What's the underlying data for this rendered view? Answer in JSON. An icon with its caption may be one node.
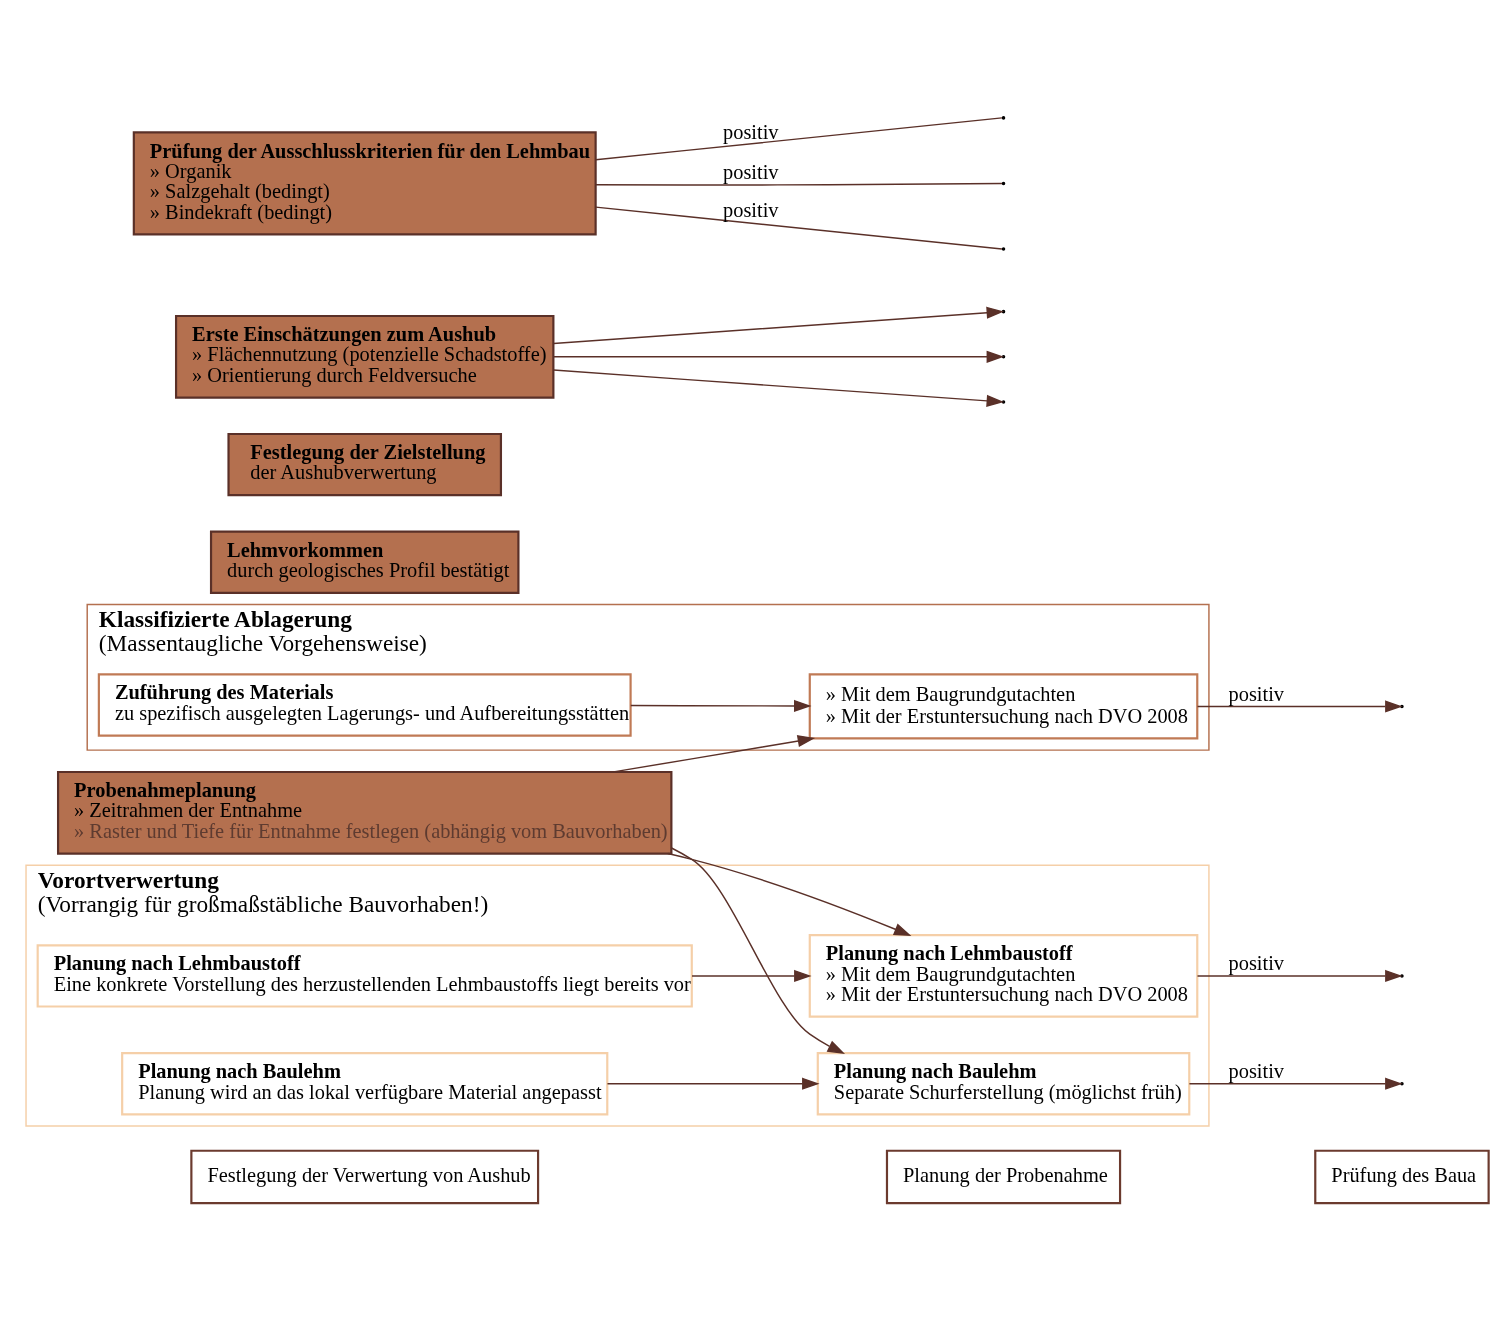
{
  "diagram": {
    "nodes": [
      {
        "text": [
          "Festlegung der Verwertung von Aushub"
        ]
      },
      {
        "text": [
          "Planung der Probenahme"
        ]
      },
      {
        "text": [
          "Prüfung des Baua"
        ]
      },
      {
        "text": [
          "Klassifizierte Ablagerung",
          "(Massentaugliche Vorgehensweise)"
        ]
      },
      {
        "text": [
          "Zuführung des Materials",
          "zu spezifisch ausgelegten Lagerungs- und Aufbereitungsstätten"
        ],
        "in": 3
      },
      {
        "text": [
          "» Mit dem Baugrundgutachten",
          "» Mit der Erstuntersuchung nach DVO 2008"
        ],
        "in": 3
      },
      {
        "text": [
          "Lehmvorkommen",
          "durch geologisches Profil bestätigt"
        ]
      },
      {
        "text": [
          "Festlegung der Zielstellung",
          "der Aushubverwertung"
        ]
      },
      {
        "text": [
          "Probenahmeplanung",
          "» Zeitrahmen der Entnahme",
          "» Raster und Tiefe für Entnahme festlegen (abhängig vom Bauvorhaben)"
        ]
      },
      {
        "text": [
          "Erste Einschätzungen zum Aushub",
          "» Flächennutzung (potenzielle Schadstoffe)",
          "» Orientierung durch Feldversuche"
        ]
      },
      {
        "text": [
          "Prüfung der Ausschlusskriterien für den Lehmbau",
          "» Organik",
          "» Salzgehalt (bedingt)",
          "» Bindekraft (bedingt)"
        ]
      },
      {
        "text": [
          "Vorortverwertung",
          "(Vorrangig für großmaßstäbliche Bauvorhaben!)"
        ]
      },
      {
        "text": [
          "Planung nach Lehmbaustoff",
          "Eine konkrete Vorstellung des herzustellenden Lehmbaustoffs liegt bereits vor"
        ],
        "in": 11
      },
      {
        "text": [
          "Planung nach Baulehm",
          "Planung wird an das lokal verfügbare Material angepasst"
        ],
        "in": 11
      },
      {
        "text": [
          "Planung nach Lehmbaustoff",
          "» Mit dem Baugrundgutachten",
          "» Mit der Erstuntersuchung nach DVO 2008"
        ],
        "in": 11
      },
      {
        "text": [
          "Planung nach Baulehm",
          "Separate Schurferstellung (möglichst früh)"
        ],
        "in": 11
      }
    ],
    "edges": [
      {
        "from": 4,
        "to": 5,
        "arrow": "to"
      },
      {
        "from": 8,
        "to": 5,
        "arrow": "to"
      },
      {
        "from": 12,
        "to": 14,
        "arrow": "to"
      },
      {
        "from": 8,
        "to": 14,
        "arrow": "to"
      },
      {
        "from": 13,
        "to": 15,
        "arrow": "to"
      },
      {
        "from": 8,
        "to": 15,
        "arrow": "to"
      },
      {
        "from": 5,
        "to": null,
        "arrow": "to",
        "label": "positiv"
      },
      {
        "from": 9,
        "to": null,
        "arrow": "to"
      },
      {
        "from": 14,
        "to": null,
        "arrow": "to",
        "label": "positiv"
      },
      {
        "from": 9,
        "to": null,
        "arrow": "to"
      },
      {
        "from": 15,
        "to": null,
        "arrow": "to",
        "label": "positiv"
      },
      {
        "from": 9,
        "to": null,
        "arrow": "to"
      },
      {
        "from": 10,
        "to": null,
        "arrow": "none",
        "label": "positiv"
      },
      {
        "from": 10,
        "to": null,
        "arrow": "none",
        "label": "positiv"
      },
      {
        "from": 10,
        "to": null,
        "arrow": "none",
        "label": "positiv"
      }
    ]
  }
}
